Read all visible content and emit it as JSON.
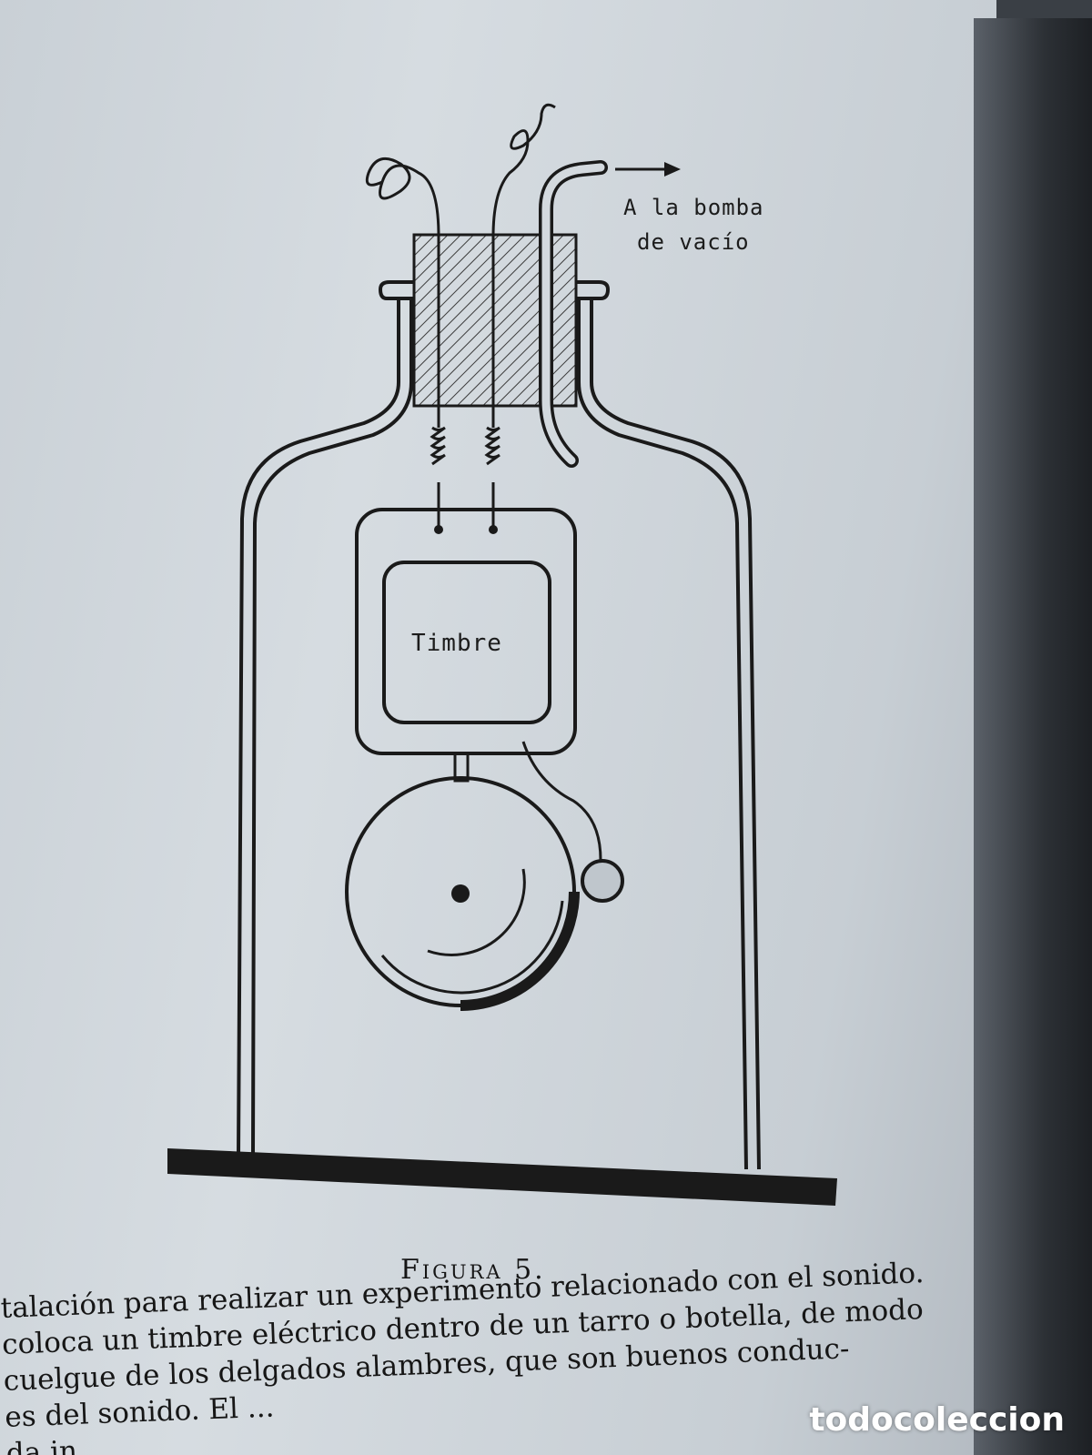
{
  "figure": {
    "label_pump_line1": "A la bomba",
    "label_pump_line2": "de vacío",
    "label_bell": "Timbre",
    "caption": "Figura 5."
  },
  "body_text": {
    "lines": [
      "talación para realizar un experimento relacionado con el sonido.",
      "coloca un timbre eléctrico dentro de un tarro o botella, de modo",
      "cuelgue de los delgados alambres, que son buenos conduc-",
      "es del sonido. El ...",
      "da in..."
    ]
  },
  "watermark": {
    "text": "todocoleccion"
  }
}
